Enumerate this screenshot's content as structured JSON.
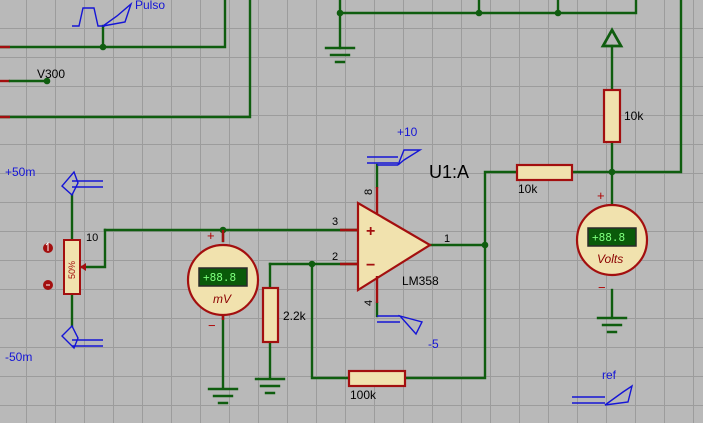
{
  "components": {
    "pulse_source": {
      "label": "Pulso"
    },
    "v300_node": {
      "label": "V300"
    },
    "opamp": {
      "reference": "U1:A",
      "part": "LM358",
      "pin_noninv": "3",
      "pin_inv": "2",
      "pin_out": "1",
      "pin_vplus": "8",
      "pin_vminus": "4",
      "sym_plus": "+",
      "sym_minus": "−"
    },
    "pot": {
      "net": "10",
      "value": "50%"
    },
    "r_feedback": {
      "value": "100k"
    },
    "r_ground": {
      "value": "2.2k"
    },
    "r_series": {
      "value": "10k"
    },
    "r_pullup": {
      "value": "10k"
    },
    "mv_meter": {
      "display": "+88.8",
      "unit": "mV",
      "plus": "+",
      "minus": "−"
    },
    "volt_meter": {
      "display": "+88.8",
      "unit": "Volts",
      "plus": "+",
      "minus": "−"
    }
  },
  "terminals": {
    "pos50": "+50m",
    "neg50": "-50m",
    "pos10": "+10",
    "neg5": "-5",
    "ref": "ref"
  },
  "colors": {
    "background": "#b9b9b9",
    "grid": "#9c9c9c",
    "wire": "#0f5d0f",
    "component": "#a30f0f",
    "component_fill": "#f1e2ae",
    "terminal": "#1515d6",
    "lcd": "#0a5a0a"
  }
}
